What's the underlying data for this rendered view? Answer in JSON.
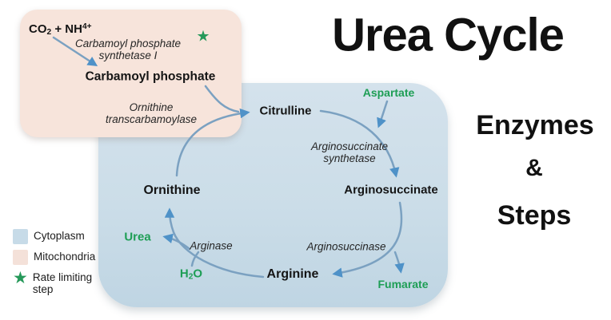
{
  "title": "Urea Cycle",
  "subtitle": {
    "line1": "Enzymes",
    "line2": "&",
    "line3": "Steps"
  },
  "mitochondria": {
    "substrate": {
      "base": "CO",
      "sub": "2",
      "mid": " + NH",
      "sup": "4+"
    },
    "enzyme_cps1": {
      "line1": "Carbamoyl phosphate",
      "line2": "synthetase I"
    },
    "product": "Carbamoyl phosphate",
    "enzyme_otc": {
      "line1": "Ornithine",
      "line2": "transcarbamoylase"
    }
  },
  "cycle": {
    "citrulline": "Citrulline",
    "arginosuccinate": "Arginosuccinate",
    "arginine": "Arginine",
    "ornithine": "Ornithine",
    "enzyme_ass": {
      "line1": "Arginosuccinate",
      "line2": "synthetase"
    },
    "enzyme_asl": "Arginosuccinase",
    "enzyme_arginase": "Arginase",
    "aspartate": "Aspartate",
    "fumarate": "Fumarate",
    "urea": "Urea",
    "h2o": {
      "base": "H",
      "sub": "2",
      "rest": "O"
    }
  },
  "legend": {
    "cytoplasm": "Cytoplasm",
    "mitochondria": "Mitochondria",
    "rate_limiting": "Rate limiting step"
  },
  "icons": {
    "star": "★"
  },
  "colors": {
    "cytoplasm_fill": "#cbdde8",
    "mitochondria_fill": "#f7e4db",
    "arrow_stroke": "#7ba1c1",
    "arrowhead_fill": "#4f92c8",
    "accent_green": "#1e9e55",
    "text": "#161616"
  }
}
